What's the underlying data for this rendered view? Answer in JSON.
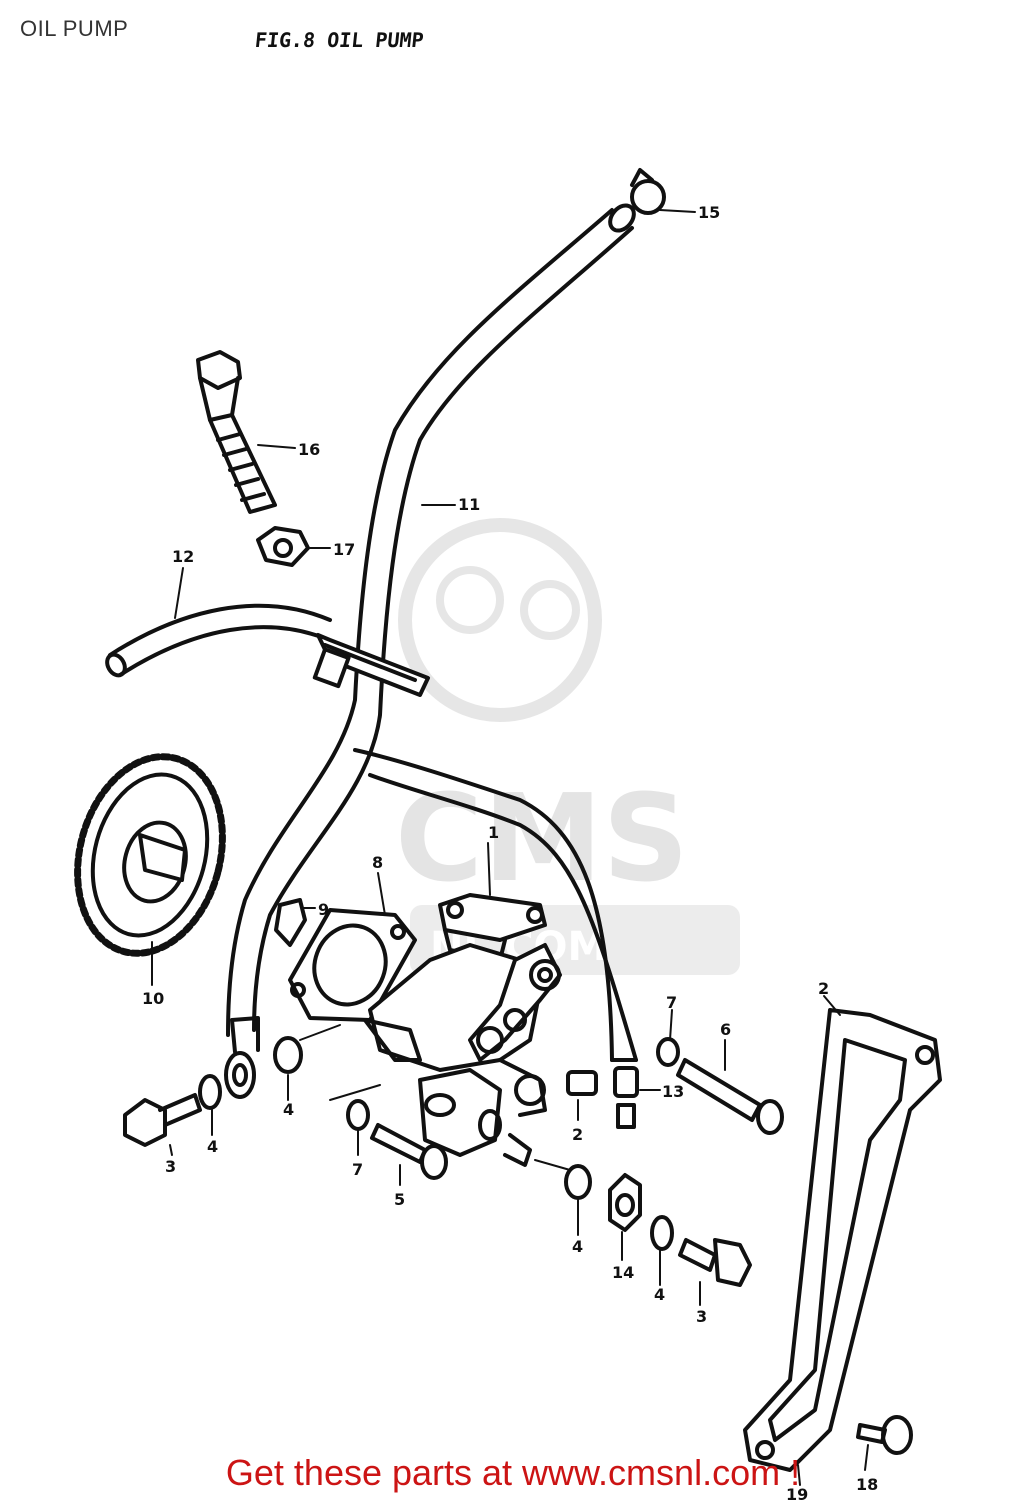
{
  "header": {
    "page_title": "OIL PUMP"
  },
  "figure": {
    "title": "FIG.8  OIL PUMP",
    "callouts": {
      "c1": "1",
      "c2": "2",
      "c2b": "2",
      "c3": "3",
      "c3b": "3",
      "c4a": "4",
      "c4b": "4",
      "c4c": "4",
      "c4d": "4",
      "c5": "5",
      "c6": "6",
      "c7a": "7",
      "c7b": "7",
      "c8": "8",
      "c9": "9",
      "c10": "10",
      "c11": "11",
      "c12": "12",
      "c13": "13",
      "c14": "14",
      "c15": "15",
      "c16": "16",
      "c17": "17",
      "c18": "18",
      "c19": "19"
    }
  },
  "watermark": {
    "logo_text": "CMS",
    "site_text": "NL.COM"
  },
  "footer": {
    "text": "Get these parts at www.cmsnl.com !"
  },
  "colors": {
    "footer": "#cc1414",
    "ink": "#111111",
    "watermark": "#e4e4e4"
  }
}
